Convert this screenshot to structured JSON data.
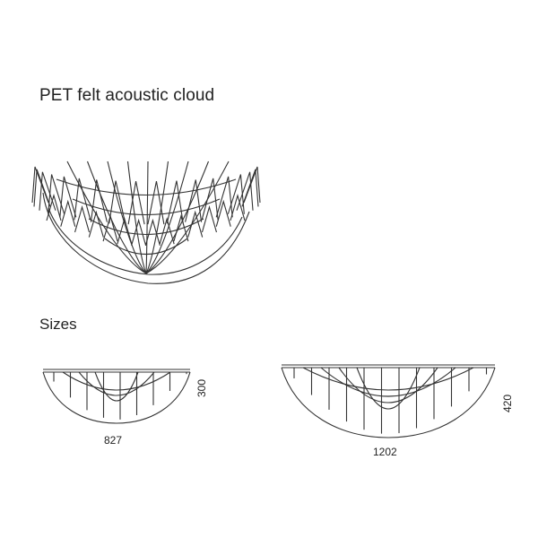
{
  "title": "PET felt acoustic cloud",
  "sizes_heading": "Sizes",
  "sizes": [
    {
      "width": "827",
      "height": "300"
    },
    {
      "width": "1202",
      "height": "420"
    }
  ],
  "colors": {
    "line": "#333333",
    "text": "#222222",
    "background": "#ffffff"
  }
}
